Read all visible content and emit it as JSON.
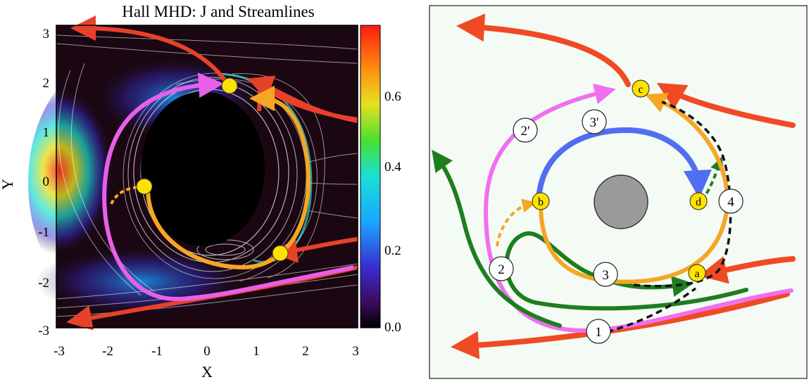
{
  "left_panel": {
    "title": "Hall MHD: J and Streamlines",
    "x_axis_label": "X",
    "y_axis_label": "Y",
    "x_ticks": [
      "-3",
      "-2",
      "-1",
      "0",
      "1",
      "2",
      "3"
    ],
    "y_ticks": [
      "3",
      "2",
      "1",
      "0",
      "-1",
      "-2",
      "-3"
    ],
    "colorbar_ticks": [
      "0.6",
      "0.4",
      "0.2",
      "0.0"
    ],
    "colors": {
      "background": "#1a0712",
      "obstacle": "#000000",
      "arrow": "#e8412a",
      "magenta": "#e85fe8",
      "orange": "#f5a623",
      "marker": "#ffe100"
    }
  },
  "right_panel": {
    "point_labels": {
      "a": "a",
      "b": "b",
      "c": "c",
      "d": "d"
    },
    "number_labels": {
      "one": "1",
      "two": "2",
      "two_prime": "2'",
      "three": "3",
      "three_prime": "3'",
      "four": "4"
    },
    "colors": {
      "background": "#f4faf4",
      "red": "#f04a25",
      "magenta": "#f06ff0",
      "green": "#1e7e1e",
      "blue": "#4f6ef0",
      "orange": "#f5a623",
      "point": "#ffe200",
      "center": "#9a9a9a"
    }
  }
}
